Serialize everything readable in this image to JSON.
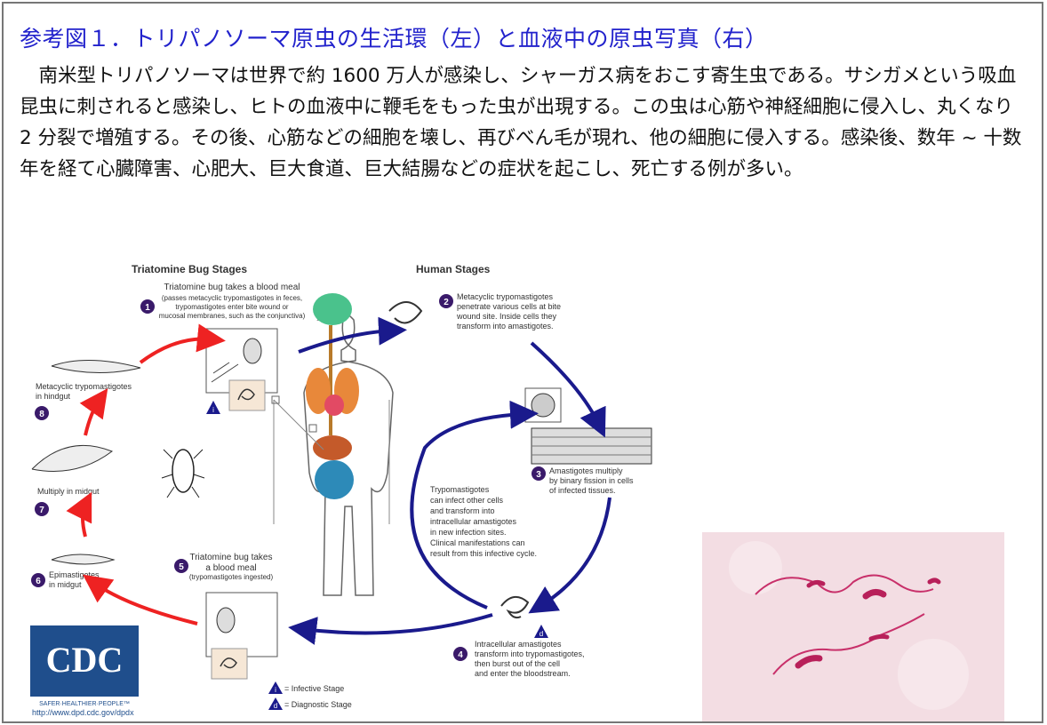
{
  "title": "参考図１．トリパノソーマ原虫の生活環（左）と血液中の原虫写真（右）",
  "paragraph": "　南米型トリパノソーマは世界で約 1600 万人が感染し、シャーガス病をおこす寄生虫である。サシガメという吸血昆虫に刺されると感染し、ヒトの血液中に鞭毛をもった虫が出現する。この虫は心筋や神経細胞に侵入し、丸くなり 2 分裂で増殖する。その後、心筋などの細胞を壊し、再びべん毛が現れ、他の細胞に侵入する。感染後、数年 ~ 十数年を経て心臓障害、心肥大、巨大食道、巨大結腸などの症状を起こし、死亡する例が多い。",
  "diagram": {
    "bug_stages_title": "Triatomine Bug Stages",
    "human_stages_title": "Human Stages",
    "step1": {
      "num": "1",
      "title": "Triatomine bug takes a blood meal",
      "lines": [
        "(passes metacyclic trypomastigotes in feces,",
        "trypomastigotes enter bite wound or",
        "mucosal membranes, such as the conjunctiva)"
      ]
    },
    "step2": {
      "num": "2",
      "lines": [
        "Metacyclic trypomastigotes",
        "penetrate various cells at bite",
        "wound site.  Inside cells they",
        "transform into amastigotes."
      ]
    },
    "step3": {
      "num": "3",
      "lines": [
        "Amastigotes multiply",
        "by binary fission in cells",
        "of infected tissues."
      ]
    },
    "step4": {
      "num": "4",
      "lines": [
        "Intracellular amastigotes",
        "transform into trypomastigotes,",
        "then burst out of the cell",
        "and enter the bloodstream."
      ]
    },
    "step5": {
      "num": "5",
      "lines": [
        "Triatomine bug takes",
        "a blood meal"
      ],
      "sub": "(trypomastigotes ingested)"
    },
    "step6": {
      "num": "6",
      "lines": [
        "Epimastigotes",
        "in midgut"
      ]
    },
    "step7": {
      "num": "7",
      "lines": [
        "Multiply in midgut"
      ]
    },
    "step8": {
      "num": "8",
      "lines": [
        "Metacyclic trypomastigotes",
        "in hindgut"
      ]
    },
    "center_text": [
      "Trypomastigotes",
      "can infect other cells",
      "and transform into",
      "intracellular amastigotes",
      "in new infection sites.",
      "Clinical manifestations can",
      "result from this infective cycle."
    ],
    "legend_infective": "= Infective Stage",
    "legend_diagnostic": "= Diagnostic Stage",
    "infective_letter": "i",
    "diagnostic_letter": "d",
    "cdc_logo": "CDC",
    "cdc_tagline": "SAFER·HEALTHIER·PEOPLE™",
    "cdc_url": "http://www.dpd.cdc.gov/dpdx"
  },
  "colors": {
    "title": "#2222cc",
    "step_circle": "#3a1a6a",
    "red_arrow": "#ee2222",
    "blue_arrow": "#1a1a8c",
    "cdc_blue": "#1f4e8c",
    "photo_bg": "#f3dde3",
    "parasite": "#c8306a"
  }
}
